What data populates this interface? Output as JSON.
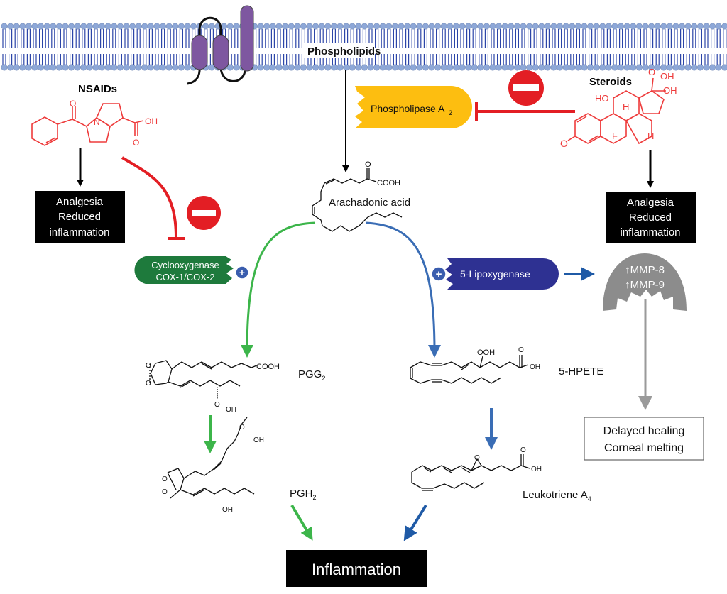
{
  "membrane": {
    "label": "Phospholipids"
  },
  "nsaids": {
    "label": "NSAIDs",
    "molecule": {
      "oxygen": "O",
      "nitrogen": "N",
      "acid_o": "O",
      "acid_oh": "OH"
    },
    "effect": [
      "Analgesia",
      "Reduced",
      "inflammation"
    ]
  },
  "steroids": {
    "label": "Steroids",
    "molecule": {
      "ho": "HO",
      "oh1": "OH",
      "oh2": "OH",
      "o_keto": "O",
      "o_acid": "O",
      "h1": "H",
      "h2": "H",
      "f": "F"
    },
    "effect": [
      "Analgesia",
      "Reduced",
      "inflammation"
    ]
  },
  "enzymes": {
    "pla2": {
      "label": "Phospholipase A",
      "subscript": "2",
      "color": "#FDBE10"
    },
    "cox": {
      "line1": "Cyclooxygenase",
      "line2": "COX-1/COX-2",
      "color": "#1E7A3C"
    },
    "lox": {
      "label": "5-Lipoxygenase",
      "color": "#2E3192"
    },
    "mmp": {
      "line1": "↑MMP-8",
      "line2": "↑MMP-9",
      "color": "#8C8C8C"
    }
  },
  "inhibitor_symbol": {
    "name": "no-entry",
    "color": "#E31E24"
  },
  "activator_symbol": {
    "glyph": "+",
    "color": "#3A5DAE"
  },
  "arachidonic_acid": {
    "label": "Arachadonic acid",
    "acid": "COOH",
    "o": "O"
  },
  "pgg2": {
    "label": "PGG",
    "subscript": "2",
    "acid": "COOH",
    "peroxy_o": "O",
    "peroxy_oh": "OH"
  },
  "pgh2": {
    "label": "PGH",
    "subscript": "2",
    "acid_o": "O",
    "acid_oh": "OH",
    "oh": "OH"
  },
  "hpete": {
    "label": "5-HPETE",
    "ooh": "OOH",
    "acid_o": "O",
    "acid_oh": "OH"
  },
  "lta4": {
    "label": "Leukotriene A",
    "subscript": "4",
    "epoxide_o": "O",
    "acid_o": "O",
    "acid_oh": "OH"
  },
  "outcomes": {
    "inflammation": "Inflammation",
    "healing": [
      "Delayed healing",
      "Corneal melting"
    ]
  },
  "colors": {
    "cox_pathway": "#3CB54A",
    "lox_pathway": "#3A6DB5",
    "inhibition": "#E31E24",
    "mmp_arrow": "#9A9A9A",
    "membrane_head": "#8EA8D8",
    "membrane_tail": "#2C45A8",
    "receptor": "#7E57A0"
  }
}
